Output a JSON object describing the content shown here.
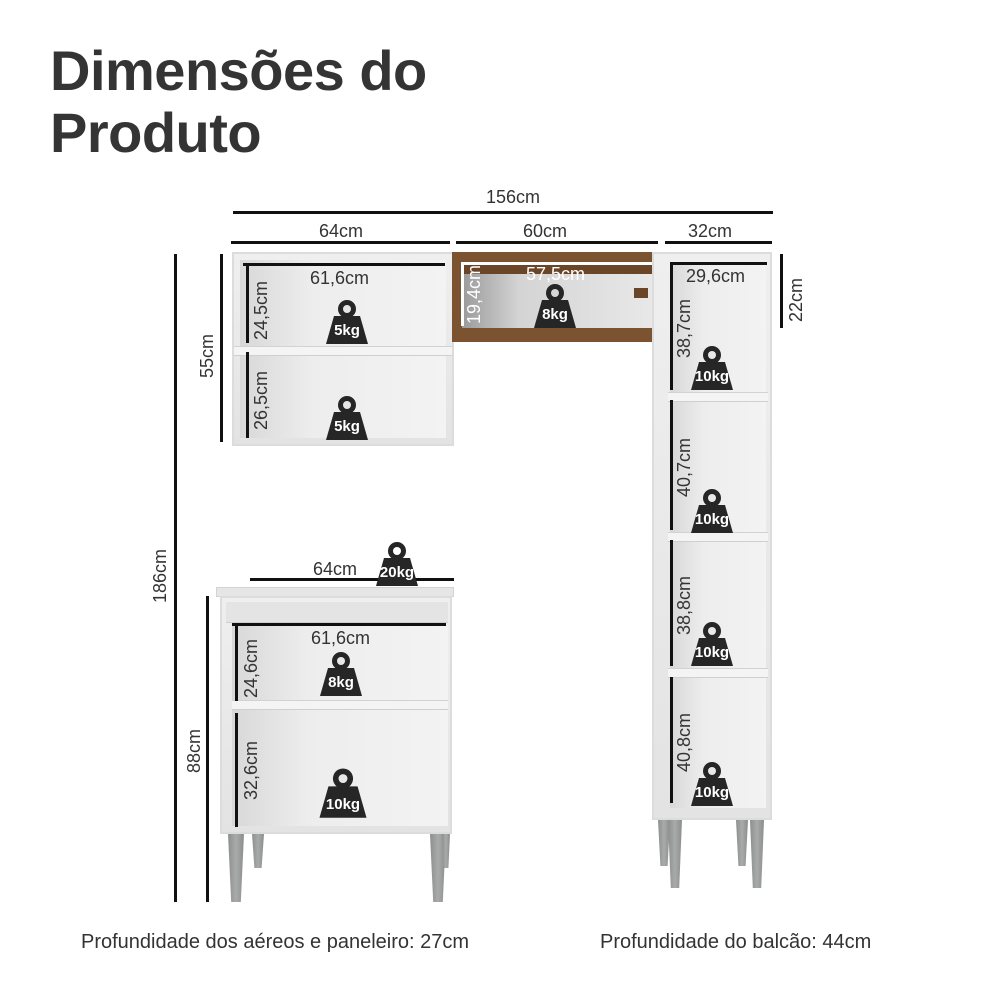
{
  "title": {
    "line1": "Dimensões do",
    "line2": "Produto"
  },
  "overall": {
    "total_width": "156cm",
    "total_height": "186cm"
  },
  "upper_left_cabinet": {
    "width": "64cm",
    "height": "55cm",
    "inner_width": "61,6cm",
    "compartments": [
      {
        "height": "24,5cm",
        "load": "5kg"
      },
      {
        "height": "26,5cm",
        "load": "5kg"
      }
    ]
  },
  "upper_middle_cabinet": {
    "width": "60cm",
    "inner_width": "57,5cm",
    "inner_height": "19,4cm",
    "load": "8kg",
    "finish_color": "#7b5331"
  },
  "tall_cabinet": {
    "width": "32cm",
    "inner_width": "29,6cm",
    "top_gap": "22cm",
    "compartments": [
      {
        "height": "38,7cm",
        "load": "10kg"
      },
      {
        "height": "40,7cm",
        "load": "10kg"
      },
      {
        "height": "38,8cm",
        "load": "10kg"
      },
      {
        "height": "40,8cm",
        "load": "10kg"
      }
    ]
  },
  "base_cabinet": {
    "width": "64cm",
    "height": "88cm",
    "top_load": "20kg",
    "inner_width": "61,6cm",
    "compartments": [
      {
        "height": "24,6cm",
        "load": "8kg"
      },
      {
        "height": "32,6cm",
        "load": "10kg"
      }
    ]
  },
  "footer": {
    "depth_upper": "Profundidade dos aéreos e paneleiro: 27cm",
    "depth_base": "Profundidade do balcão: 44cm"
  },
  "icons": {
    "weight": "weight-icon"
  }
}
